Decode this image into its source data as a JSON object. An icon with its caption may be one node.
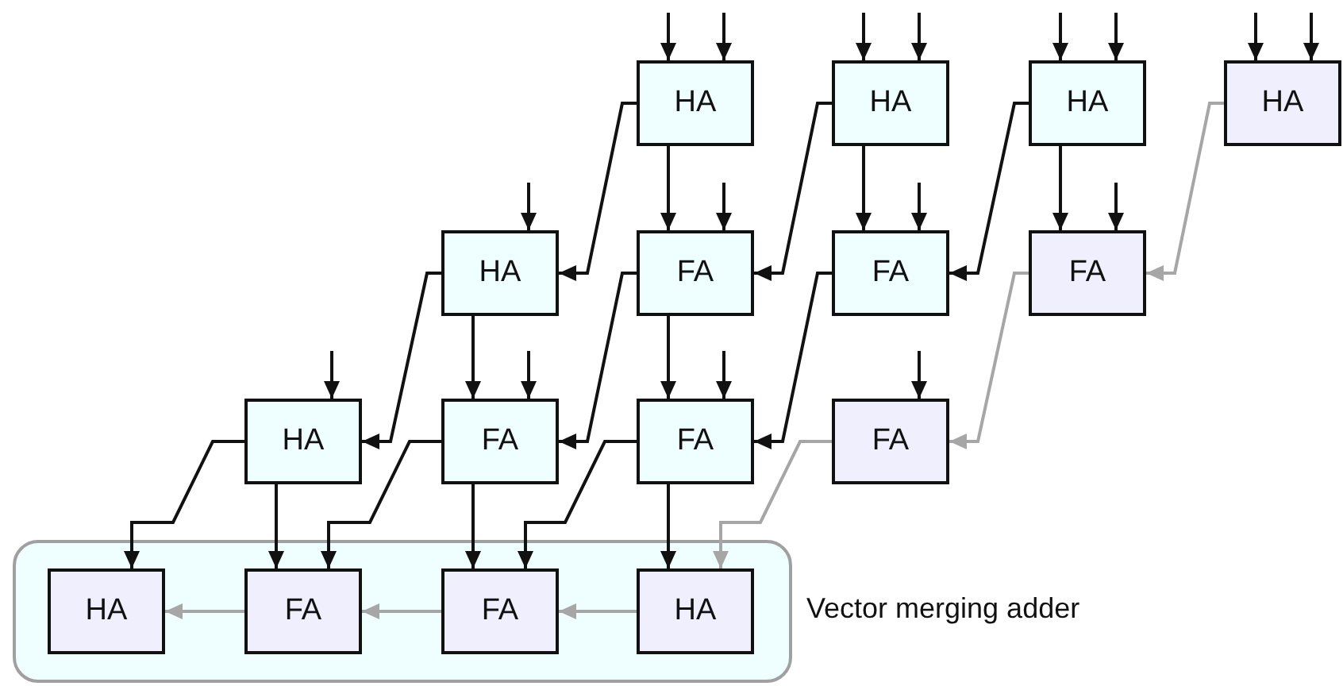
{
  "diagram": {
    "nodes": [
      {
        "text": [
          "Vector merging adder"
        ]
      },
      {
        "text": [
          "HA"
        ]
      },
      {
        "text": [
          "HA"
        ]
      },
      {
        "text": [
          "HA"
        ]
      },
      {
        "text": [
          "HA"
        ]
      },
      {
        "text": [
          "HA"
        ]
      },
      {
        "text": [
          "FA"
        ]
      },
      {
        "text": [
          "FA"
        ]
      },
      {
        "text": [
          "FA"
        ]
      },
      {
        "text": [
          "HA"
        ]
      },
      {
        "text": [
          "FA"
        ]
      },
      {
        "text": [
          "FA"
        ]
      },
      {
        "text": [
          "FA"
        ]
      },
      {
        "text": [
          "HA"
        ],
        "in": 0
      },
      {
        "text": [
          "FA"
        ],
        "in": 0
      },
      {
        "text": [
          "FA"
        ],
        "in": 0
      },
      {
        "text": [
          "HA"
        ],
        "in": 0
      }
    ],
    "edges": [
      {
        "from": null,
        "to": 1,
        "arrow": "to"
      },
      {
        "from": null,
        "to": 1,
        "arrow": "to"
      },
      {
        "from": null,
        "to": 2,
        "arrow": "to"
      },
      {
        "from": null,
        "to": 2,
        "arrow": "to"
      },
      {
        "from": null,
        "to": 3,
        "arrow": "to"
      },
      {
        "from": null,
        "to": 3,
        "arrow": "to"
      },
      {
        "from": null,
        "to": 4,
        "arrow": "to"
      },
      {
        "from": null,
        "to": 4,
        "arrow": "to"
      },
      {
        "from": null,
        "to": 5,
        "arrow": "to"
      },
      {
        "from": null,
        "to": 6,
        "arrow": "to"
      },
      {
        "from": null,
        "to": 7,
        "arrow": "to"
      },
      {
        "from": null,
        "to": 8,
        "arrow": "to"
      },
      {
        "from": null,
        "to": 9,
        "arrow": "to"
      },
      {
        "from": null,
        "to": 10,
        "arrow": "to"
      },
      {
        "from": null,
        "to": 11,
        "arrow": "to"
      },
      {
        "from": null,
        "to": 12,
        "arrow": "to"
      },
      {
        "from": 1,
        "to": 5,
        "arrow": "to"
      },
      {
        "from": 2,
        "to": 6,
        "arrow": "to"
      },
      {
        "from": 3,
        "to": 7,
        "arrow": "to"
      },
      {
        "from": 4,
        "to": 8,
        "arrow": "to",
        "color": "#a6a6a6"
      },
      {
        "from": 1,
        "to": 6,
        "arrow": "to"
      },
      {
        "from": 2,
        "to": 7,
        "arrow": "to"
      },
      {
        "from": 3,
        "to": 8,
        "arrow": "to"
      },
      {
        "from": 5,
        "to": 9,
        "arrow": "to"
      },
      {
        "from": 6,
        "to": 10,
        "arrow": "to"
      },
      {
        "from": 7,
        "to": 11,
        "arrow": "to"
      },
      {
        "from": 8,
        "to": 12,
        "arrow": "to",
        "color": "#a6a6a6"
      },
      {
        "from": 5,
        "to": 10,
        "arrow": "to"
      },
      {
        "from": 6,
        "to": 11,
        "arrow": "to"
      },
      {
        "from": 9,
        "to": 13,
        "arrow": "to"
      },
      {
        "from": 10,
        "to": 14,
        "arrow": "to"
      },
      {
        "from": 11,
        "to": 15,
        "arrow": "to"
      },
      {
        "from": 12,
        "to": 16,
        "arrow": "to",
        "color": "#a6a6a6"
      },
      {
        "from": 9,
        "to": 14,
        "arrow": "to"
      },
      {
        "from": 10,
        "to": 15,
        "arrow": "to"
      },
      {
        "from": 11,
        "to": 16,
        "arrow": "to"
      },
      {
        "from": 16,
        "to": 15,
        "arrow": "to",
        "color": "#a6a6a6"
      },
      {
        "from": 15,
        "to": 14,
        "arrow": "to",
        "color": "#a6a6a6"
      },
      {
        "from": 14,
        "to": 13,
        "arrow": "to",
        "color": "#a6a6a6"
      }
    ]
  }
}
